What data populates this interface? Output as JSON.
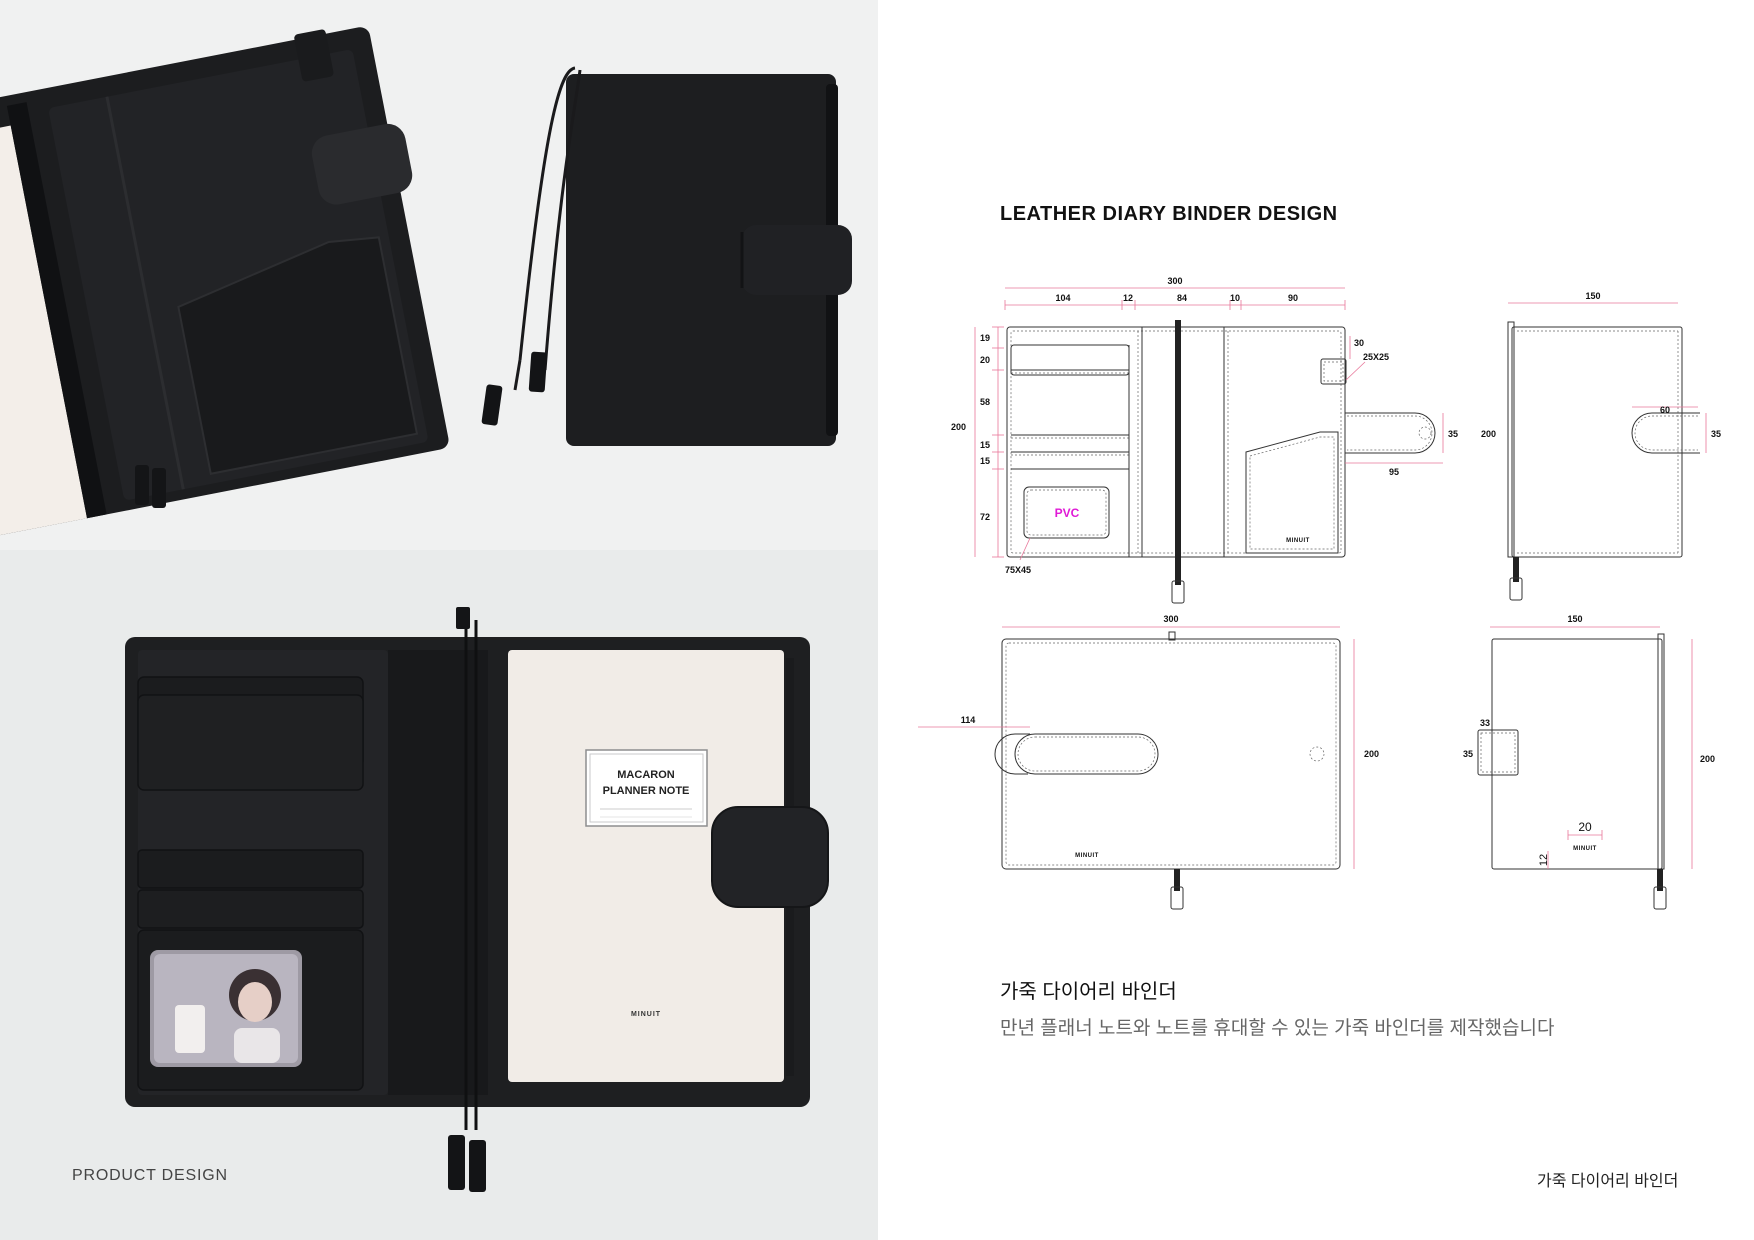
{
  "heading": "LEATHER DIARY BINDER DESIGN",
  "description": {
    "title": "가죽 다이어리 바인더",
    "text": "만년 플래너 노트와 노트를 휴대할 수 있는 가죽 바인더를 제작했습니다"
  },
  "footer": {
    "left": "PRODUCT DESIGN",
    "right": "가죽 다이어리 바인더"
  },
  "photos": {
    "brand": "MINUIT",
    "note_label_line1": "MACARON",
    "note_label_line2": "PLANNER NOTE"
  },
  "drawing": {
    "brand": "MINUIT",
    "pvc_label": "PVC",
    "inner_view": {
      "width_total": "300",
      "widths": [
        "104",
        "12",
        "84",
        "10",
        "90"
      ],
      "height_total": "200",
      "heights": [
        "19",
        "20",
        "58",
        "15",
        "15",
        "72"
      ],
      "clasp_loop": "30",
      "clasp_loop_size": "25X25",
      "clasp_height": "35",
      "clasp_length": "95",
      "pvc_size": "75X45"
    },
    "side_view_top": {
      "width": "150",
      "height": "200",
      "strap_width": "60",
      "strap_height": "35"
    },
    "outer_view": {
      "width": "300",
      "height": "200",
      "strap_length": "114"
    },
    "side_view_bottom": {
      "width": "150",
      "height": "200",
      "loop_width": "33",
      "loop_height": "35",
      "logo_width": "20",
      "logo_offset": "12"
    },
    "colors": {
      "dimension_line": "#e8779a",
      "pvc_text": "#e01ad6",
      "outline": "#333333"
    }
  }
}
